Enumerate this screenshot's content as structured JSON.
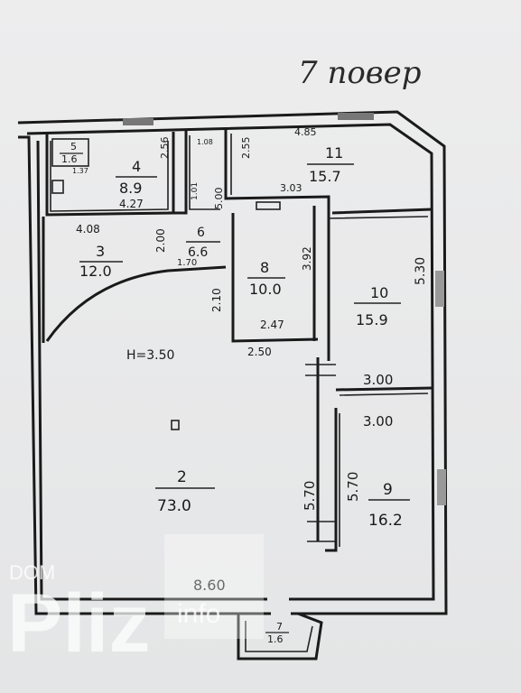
{
  "header_note": "7 повер",
  "rooms": [
    {
      "number": "11",
      "area": "15.7"
    },
    {
      "number": "4",
      "area": "8.9"
    },
    {
      "number": "5",
      "area": "1.6"
    },
    {
      "number": "3",
      "area": "12.0"
    },
    {
      "number": "6",
      "area": "6.6"
    },
    {
      "number": "8",
      "area": "10.0"
    },
    {
      "number": "10",
      "area": "15.9"
    },
    {
      "number": "2",
      "area": "73.0"
    },
    {
      "number": "9",
      "area": "16.2"
    },
    {
      "number": "7",
      "area": "1.6"
    }
  ],
  "dimensions": {
    "d_485": "4.85",
    "d_303": "3.03",
    "d_427": "4.27",
    "d_408": "4.08",
    "d_256": "2.56",
    "d_255": "2.55",
    "d_108": "1.08",
    "d_101": "1.01",
    "d_500": "5.00",
    "d_200": "2.00",
    "d_170": "1.70",
    "d_392": "3.92",
    "d_247": "2.47",
    "d_250": "2.50",
    "d_210": "2.10",
    "d_530": "5.30",
    "d_300a": "3.00",
    "d_300b": "3.00",
    "d_570a": "5.70",
    "d_570b": "5.70",
    "d_860": "8.60",
    "d_137": "1.37"
  },
  "ceiling_height": "H=3.50",
  "watermark": {
    "brand": "Pliz",
    "sub": "info",
    "prefix": "DOM"
  }
}
